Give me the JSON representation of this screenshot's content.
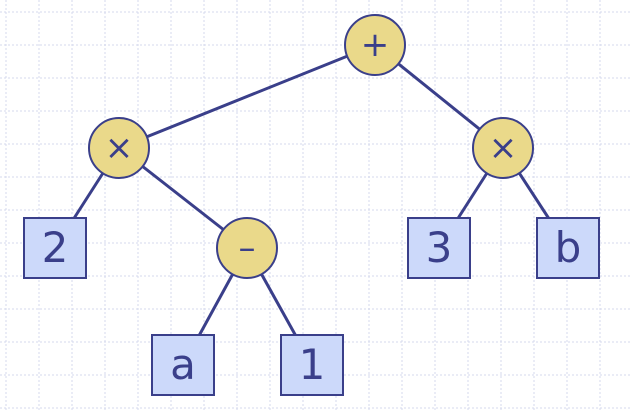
{
  "colors": {
    "operator_fill": "#ead98a",
    "leaf_fill": "#ccd9fa",
    "stroke": "#3a3f8a",
    "grid": "#d4d8ec"
  },
  "tree": {
    "nodes": [
      {
        "id": "n-plus",
        "kind": "operator",
        "label": "+"
      },
      {
        "id": "n-times-left",
        "kind": "operator",
        "label": "×"
      },
      {
        "id": "n-times-right",
        "kind": "operator",
        "label": "×"
      },
      {
        "id": "n-minus",
        "kind": "operator",
        "label": "–"
      },
      {
        "id": "n-2",
        "kind": "leaf",
        "label": "2"
      },
      {
        "id": "n-a",
        "kind": "leaf",
        "label": "a"
      },
      {
        "id": "n-1",
        "kind": "leaf",
        "label": "1"
      },
      {
        "id": "n-3",
        "kind": "leaf",
        "label": "3"
      },
      {
        "id": "n-b",
        "kind": "leaf",
        "label": "b"
      }
    ],
    "edges": [
      [
        "n-plus",
        "n-times-left"
      ],
      [
        "n-plus",
        "n-times-right"
      ],
      [
        "n-times-left",
        "n-2"
      ],
      [
        "n-times-left",
        "n-minus"
      ],
      [
        "n-minus",
        "n-a"
      ],
      [
        "n-minus",
        "n-1"
      ],
      [
        "n-times-right",
        "n-3"
      ],
      [
        "n-times-right",
        "n-b"
      ]
    ]
  }
}
